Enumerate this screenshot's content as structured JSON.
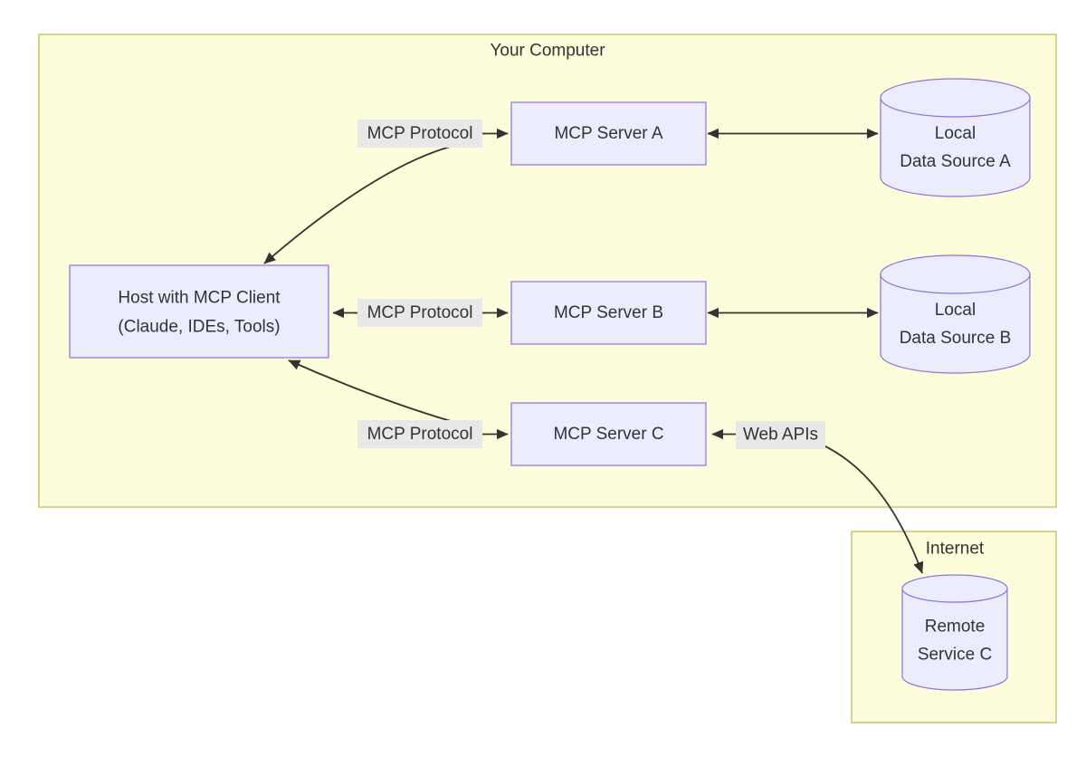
{
  "diagram_type": "flowchart",
  "clusters": [
    {
      "id": "your-computer",
      "label": "Your Computer"
    },
    {
      "id": "internet",
      "label": "Internet"
    }
  ],
  "nodes": [
    {
      "id": "host",
      "shape": "rectangle",
      "cluster": "your-computer",
      "lines": [
        "Host with MCP Client",
        "(Claude, IDEs, Tools)"
      ]
    },
    {
      "id": "server-a",
      "shape": "rectangle",
      "cluster": "your-computer",
      "lines": [
        "MCP Server A"
      ]
    },
    {
      "id": "server-b",
      "shape": "rectangle",
      "cluster": "your-computer",
      "lines": [
        "MCP Server B"
      ]
    },
    {
      "id": "server-c",
      "shape": "rectangle",
      "cluster": "your-computer",
      "lines": [
        "MCP Server C"
      ]
    },
    {
      "id": "data-source-a",
      "shape": "cylinder",
      "cluster": "your-computer",
      "lines": [
        "Local",
        "Data Source A"
      ]
    },
    {
      "id": "data-source-b",
      "shape": "cylinder",
      "cluster": "your-computer",
      "lines": [
        "Local",
        "Data Source B"
      ]
    },
    {
      "id": "remote-service-c",
      "shape": "cylinder",
      "cluster": "internet",
      "lines": [
        "Remote",
        "Service C"
      ]
    }
  ],
  "edges": [
    {
      "from": "host",
      "to": "server-a",
      "label": "MCP Protocol",
      "arrows": "both"
    },
    {
      "from": "host",
      "to": "server-b",
      "label": "MCP Protocol",
      "arrows": "both"
    },
    {
      "from": "host",
      "to": "server-c",
      "label": "MCP Protocol",
      "arrows": "both"
    },
    {
      "from": "server-a",
      "to": "data-source-a",
      "label": "",
      "arrows": "both"
    },
    {
      "from": "server-b",
      "to": "data-source-b",
      "label": "",
      "arrows": "both"
    },
    {
      "from": "server-c",
      "to": "remote-service-c",
      "label": "Web APIs",
      "arrows": "both"
    }
  ],
  "colors": {
    "cluster_fill": "#fdfddc",
    "cluster_border": "#aaaa33",
    "node_fill": "#ececff",
    "node_border": "#9370db",
    "edge": "#333333",
    "edge_label_bg": "#e8e8e8",
    "text": "#333333",
    "background": "#ffffff"
  }
}
